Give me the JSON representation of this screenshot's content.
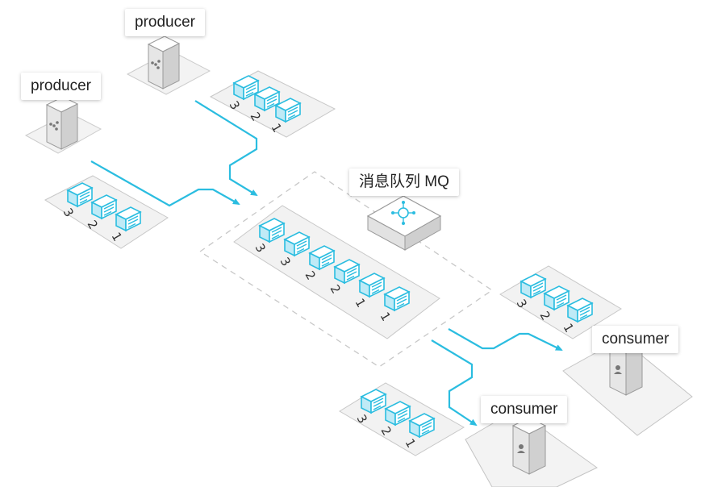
{
  "producers": [
    {
      "label": "producer",
      "messages": [
        "3",
        "2",
        "1"
      ]
    },
    {
      "label": "producer",
      "messages": [
        "3",
        "2",
        "1"
      ]
    }
  ],
  "queue": {
    "label": "消息队列 MQ",
    "messages": [
      "3",
      "3",
      "2",
      "2",
      "1",
      "1"
    ]
  },
  "consumers": [
    {
      "label": "consumer",
      "messages": [
        "3",
        "2",
        "1"
      ]
    },
    {
      "label": "consumer",
      "messages": [
        "3",
        "2",
        "1"
      ]
    }
  ],
  "colors": {
    "accent": "#2bbde0",
    "platform": "#f2f2f2",
    "platform_edge": "#c8c8c8",
    "dashed": "#c8c8c8"
  }
}
